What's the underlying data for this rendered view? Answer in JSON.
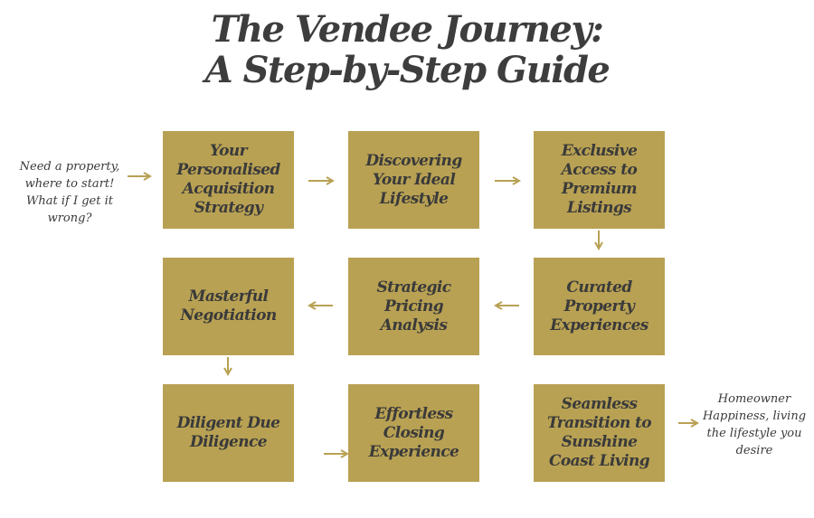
{
  "title": {
    "line1": "The Vendee Journey:",
    "line2": "A Step-by-Step Guide"
  },
  "start_note": "Need a property, where to start! What if I get it wrong?",
  "end_note": "Homeowner Happiness, living the lifestyle you desire",
  "steps": [
    {
      "label": "Your Personalised Acquisition Strategy"
    },
    {
      "label": "Discovering Your Ideal Lifestyle"
    },
    {
      "label": "Exclusive Access to Premium Listings"
    },
    {
      "label": "Curated Property Experiences"
    },
    {
      "label": "Strategic Pricing Analysis"
    },
    {
      "label": "Masterful Negotiation"
    },
    {
      "label": "Diligent Due Diligence"
    },
    {
      "label": "Effortless Closing Experience"
    },
    {
      "label": "Seamless Transition to Sunshine Coast Living"
    }
  ],
  "colors": {
    "box": "#b8a153",
    "arrow": "#b8a153",
    "text": "#3a3a3a"
  }
}
